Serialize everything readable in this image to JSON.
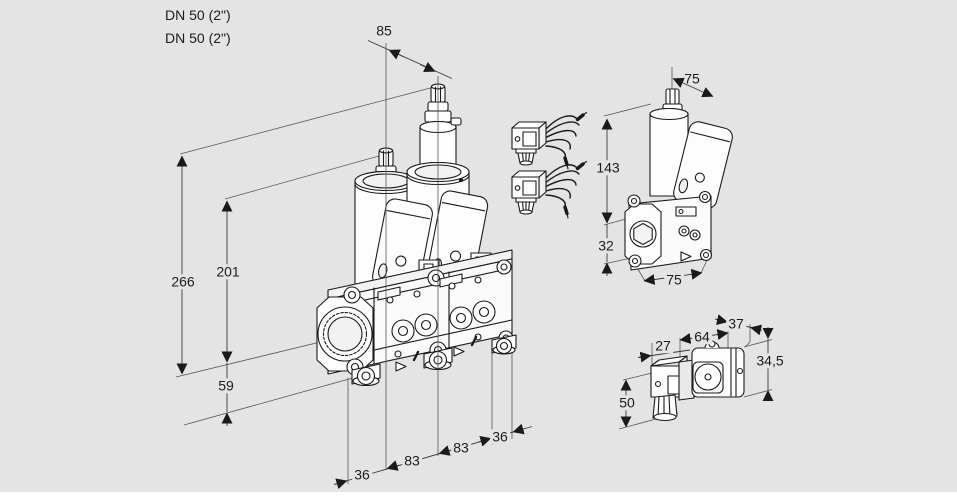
{
  "page": {
    "background": "#e4e4e4",
    "line_color": "#1a1a1a",
    "dim_line_color": "#3a3a3a"
  },
  "annotations": {
    "port_size_line1": "DN 50 (2\")",
    "port_size_line2": "DN 50 (2\")"
  },
  "front_view": {
    "description": "double solenoid valve, isometric front view",
    "dims": {
      "actuator_spacing": "85",
      "total_height": "266",
      "upper_height": "201",
      "axis_to_bottom": "59",
      "left_offset": "36",
      "stage1_length": "83",
      "stage2_length": "83",
      "right_offset": "36"
    }
  },
  "side_view": {
    "description": "single valve, side view",
    "dims": {
      "depth": "75",
      "upper_height": "143",
      "lower_height": "32",
      "width": "75"
    }
  },
  "coil_view": {
    "description": "solenoid coil with cable connector, side view",
    "dims": {
      "connector_width": "27",
      "body_length": "64",
      "end_depth": "37",
      "height": "34,5",
      "connector_height": "50"
    }
  }
}
